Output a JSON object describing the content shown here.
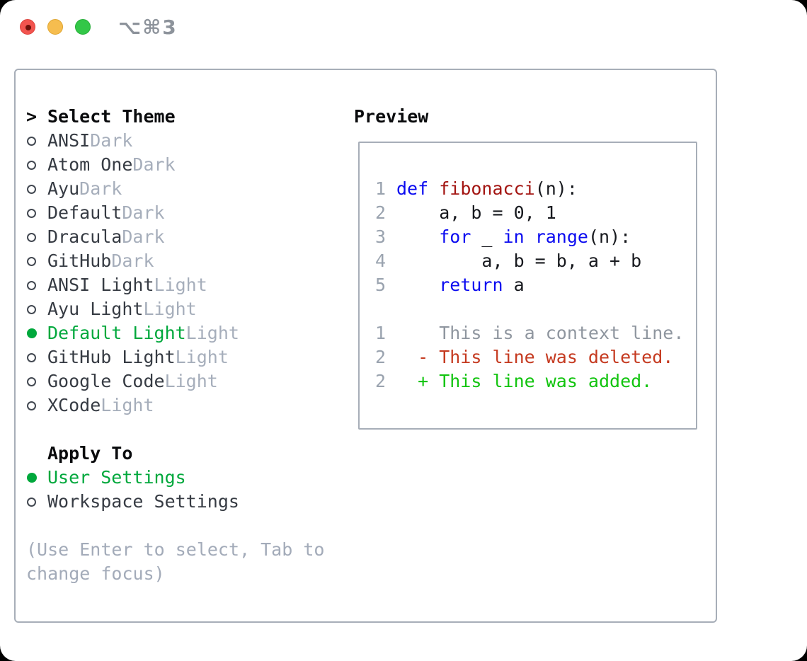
{
  "window": {
    "title": "⌥⌘3",
    "traffic_lights": [
      {
        "name": "close-button",
        "color": "#f2544f"
      },
      {
        "name": "minimize-button",
        "color": "#f6bd4f"
      },
      {
        "name": "zoom-button",
        "color": "#33c748"
      }
    ]
  },
  "theme_list": {
    "header_prefix": ">",
    "header": "Select Theme",
    "items": [
      {
        "name": "ANSI",
        "tag": "Dark",
        "selected": false
      },
      {
        "name": "Atom One",
        "tag": "Dark",
        "selected": false
      },
      {
        "name": "Ayu",
        "tag": "Dark",
        "selected": false
      },
      {
        "name": "Default",
        "tag": "Dark",
        "selected": false
      },
      {
        "name": "Dracula",
        "tag": "Dark",
        "selected": false
      },
      {
        "name": "GitHub",
        "tag": "Dark",
        "selected": false
      },
      {
        "name": "ANSI Light",
        "tag": "Light",
        "selected": false
      },
      {
        "name": "Ayu Light",
        "tag": "Light",
        "selected": false
      },
      {
        "name": "Default Light",
        "tag": "Light",
        "selected": true
      },
      {
        "name": "GitHub Light",
        "tag": "Light",
        "selected": false
      },
      {
        "name": "Google Code",
        "tag": "Light",
        "selected": false
      },
      {
        "name": "XCode",
        "tag": "Light",
        "selected": false
      }
    ]
  },
  "apply_to": {
    "header": "Apply To",
    "items": [
      {
        "name": "User Settings",
        "selected": true
      },
      {
        "name": "Workspace Settings",
        "selected": false
      }
    ]
  },
  "help": {
    "line1": "(Use Enter to select, Tab to",
    "line2": "change focus)"
  },
  "preview": {
    "header": "Preview",
    "code_lines": [
      {
        "num": "1",
        "tokens": [
          {
            "t": "def",
            "c": "kw"
          },
          {
            "t": " ",
            "c": "pl"
          },
          {
            "t": "fibonacci",
            "c": "fn"
          },
          {
            "t": "(n):",
            "c": "pl"
          }
        ]
      },
      {
        "num": "2",
        "tokens": [
          {
            "t": "    a, b = 0, 1",
            "c": "pl"
          }
        ]
      },
      {
        "num": "3",
        "tokens": [
          {
            "t": "    ",
            "c": "pl"
          },
          {
            "t": "for",
            "c": "kw"
          },
          {
            "t": " _ ",
            "c": "pl"
          },
          {
            "t": "in",
            "c": "kw"
          },
          {
            "t": " ",
            "c": "pl"
          },
          {
            "t": "range",
            "c": "kw"
          },
          {
            "t": "(n):",
            "c": "pl"
          }
        ]
      },
      {
        "num": "4",
        "tokens": [
          {
            "t": "        a, b = b, a + b",
            "c": "pl"
          }
        ]
      },
      {
        "num": "5",
        "tokens": [
          {
            "t": "    ",
            "c": "pl"
          },
          {
            "t": "return",
            "c": "kw"
          },
          {
            "t": " a",
            "c": "pl"
          }
        ]
      },
      {
        "num": "",
        "tokens": []
      },
      {
        "num": "1",
        "tokens": [
          {
            "t": "    This is a context line.",
            "c": "ctx"
          }
        ]
      },
      {
        "num": "2",
        "tokens": [
          {
            "t": "  - This line was deleted.",
            "c": "del"
          }
        ]
      },
      {
        "num": "2",
        "tokens": [
          {
            "t": "  + This line was added.",
            "c": "add"
          }
        ]
      }
    ]
  },
  "colors": {
    "accent_green": "#00a83c",
    "muted_gray": "#a6aebb",
    "item_text": "#363b43",
    "border_gray": "#a7aeb8",
    "syntax_keyword_blue": "#0b0bf0",
    "syntax_function_red": "#a31512",
    "diff_deleted_red": "#c53a20",
    "diff_added_green": "#12c40f"
  }
}
